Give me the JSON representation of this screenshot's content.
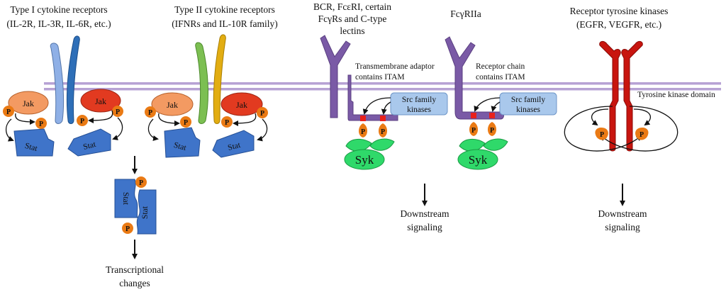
{
  "figure": {
    "colors": {
      "membrane": "#b7a2d4",
      "jak_light": "#f39a62",
      "jak_dark": "#e23a20",
      "stat": "#3f74c9",
      "phospho": "#ea7a14",
      "type1_chain_a": "#8fb0e6",
      "type1_chain_b": "#2e6fb8",
      "type2_chain_a": "#7cbf52",
      "type2_chain_b": "#e2ad12",
      "itam_receptor": "#7a5aa6",
      "itam_motif": "#e8211c",
      "src_box": "#a9c8ec",
      "syk": "#2fd96a",
      "rtk": "#c8150f"
    },
    "panels": [
      {
        "id": "type1",
        "title_lines": [
          "Type I cytokine receptors",
          "(IL-2R, IL-3R, IL-6R, etc.)"
        ],
        "jak_label": "Jak",
        "stat_label": "Stat",
        "p_label": "P"
      },
      {
        "id": "type2",
        "title_lines": [
          "Type II cytokine receptors",
          "(IFNRs and  IL-10R family)"
        ],
        "jak_label": "Jak",
        "stat_label": "Stat",
        "p_label": "P"
      },
      {
        "id": "bcr",
        "title_lines": [
          "BCR, FcεRI, certain",
          "FcγRs and C-type",
          "lectins"
        ],
        "annotation_lines": [
          "Transmembrane  adaptor",
          "contains  ITAM"
        ],
        "src_lines": [
          "Src family",
          "kinases"
        ],
        "syk_label": "Syk",
        "p_label": "P",
        "outcome_lines": [
          "Downstream",
          "signaling"
        ]
      },
      {
        "id": "fcgr2a",
        "title_lines": [
          "FcγRIIa"
        ],
        "annotation_lines": [
          "Receptor  chain",
          "contains  ITAM"
        ],
        "src_lines": [
          "Src family",
          "kinases"
        ],
        "syk_label": "Syk",
        "p_label": "P"
      },
      {
        "id": "rtk",
        "title_lines": [
          "Receptor tyrosine kinases",
          "(EGFR, VEGFR, etc.)"
        ],
        "annotation_lines": [
          "Tyrosine  kinase  domain"
        ],
        "p_label": "P",
        "outcome_lines": [
          "Downstream",
          "signaling"
        ]
      }
    ],
    "stat_dimer": {
      "stat_label": "Stat",
      "p_label": "P",
      "outcome_lines": [
        "Transcriptional",
        "changes"
      ]
    }
  }
}
